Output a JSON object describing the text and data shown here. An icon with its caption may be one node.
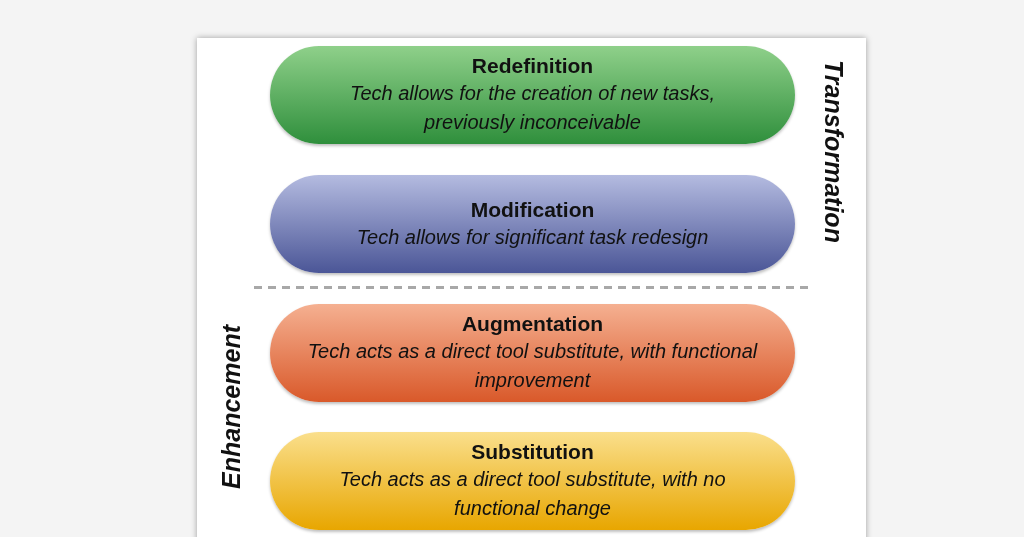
{
  "diagram": {
    "nodes": [
      {
        "text": [
          "Redefinition",
          "Tech allows for the creation of new tasks, previously inconceivable"
        ]
      },
      {
        "text": [
          "Modification",
          "Tech allows for significant task redesign"
        ]
      },
      {
        "text": [
          "Augmentation",
          "Tech acts as a direct tool substitute, with functional improvement"
        ]
      },
      {
        "text": [
          "Substitution",
          "Tech acts as a direct tool substitute, with no functional change"
        ]
      }
    ],
    "edges": [],
    "labels": [
      "Transformation",
      "Enhancement"
    ]
  }
}
